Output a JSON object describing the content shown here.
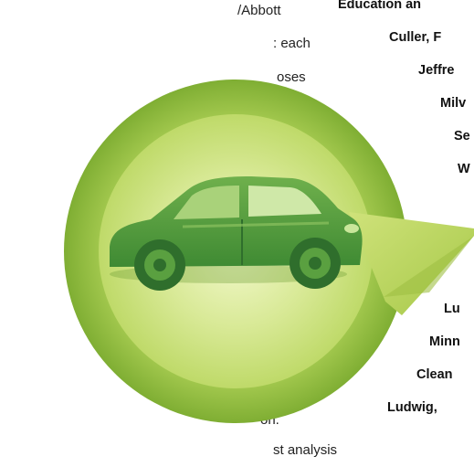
{
  "left_lines": [
    "/Abbott",
    ": each",
    "oses",
    "on.",
    "st analysis"
  ],
  "right_lines": [
    "Education an",
    "Culler, F",
    "Jeffre",
    "Milv",
    "Se",
    "W",
    "Lu",
    "Minn",
    "Clean",
    "Ludwig, "
  ],
  "graphic": {
    "name": "green car recycling arrow illustration",
    "colors": {
      "outer_ring": "#8fbc3a",
      "inner_glow": "#d9ea8a",
      "arrow": "#b6d45a",
      "car_body": "#4f9a3c",
      "car_dark": "#2f6e2c"
    }
  }
}
